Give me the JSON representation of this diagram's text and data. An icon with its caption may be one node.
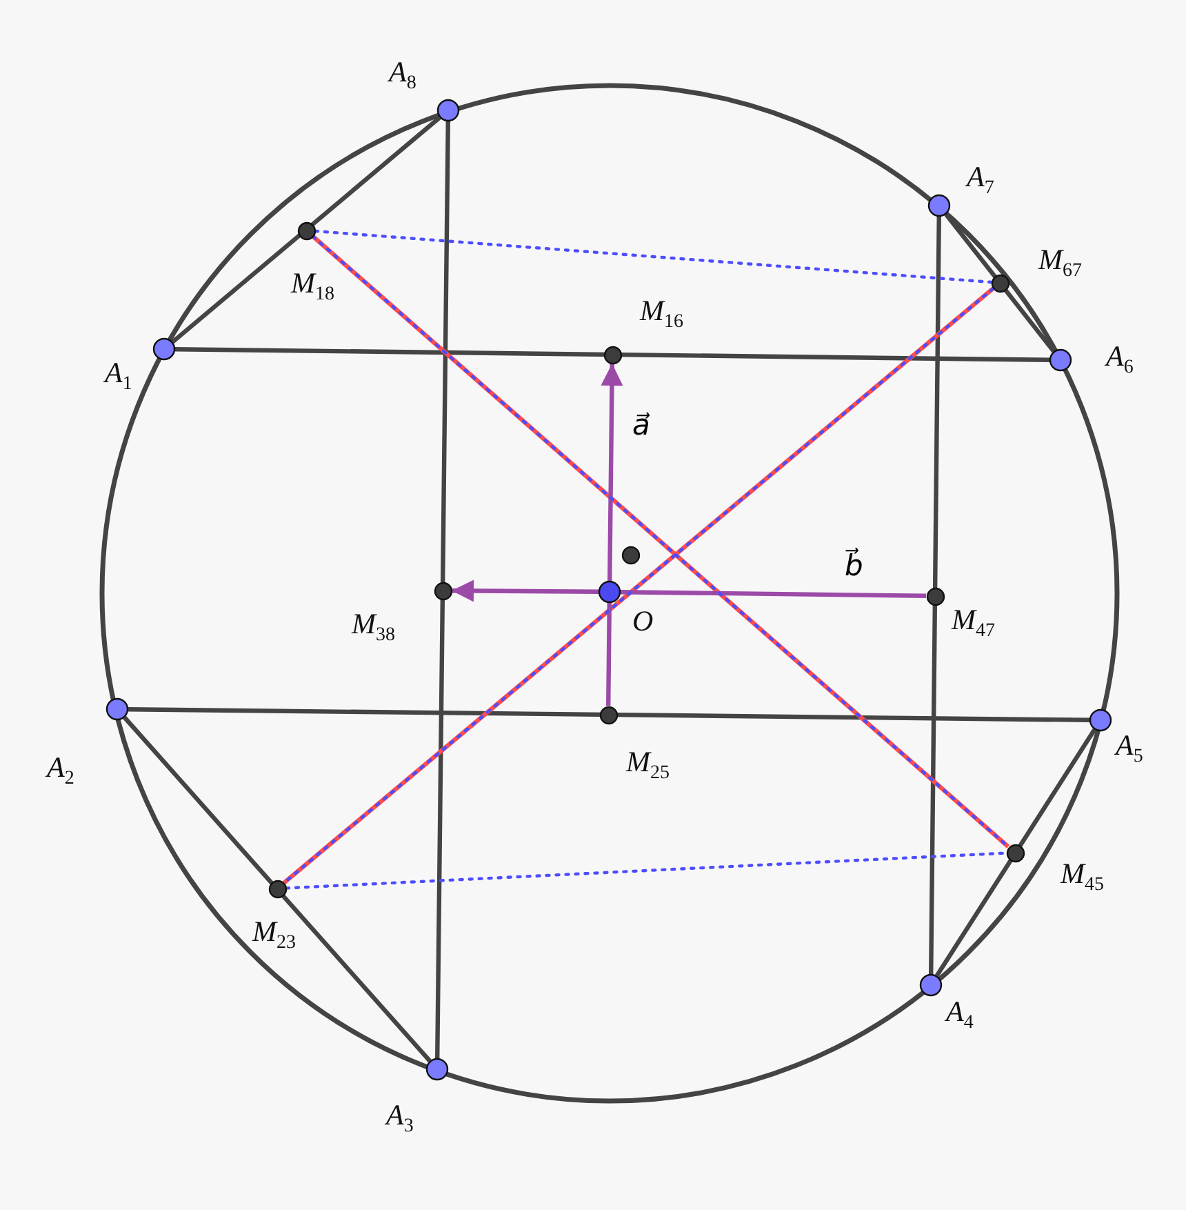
{
  "diagram": {
    "nodes": [
      {
        "text": [
          "A$_{8}$"
        ]
      },
      {
        "text": [
          "A$_{7}$"
        ]
      },
      {
        "text": [
          "M$_{18}$"
        ]
      },
      {
        "text": [
          "M$_{67}$"
        ]
      },
      {
        "text": [
          "M$_{16}$"
        ]
      },
      {
        "text": [
          "A$_{1}$"
        ]
      },
      {
        "text": [
          "A$_{6}$"
        ]
      },
      {
        "text": [],
        "shape": "circle"
      },
      {
        "text": [
          "M$_{38}$"
        ]
      },
      {
        "text": [
          "O"
        ]
      },
      {
        "text": [
          "M$_{47}$"
        ]
      },
      {
        "text": [
          "A$_{2}$"
        ]
      },
      {
        "text": [
          "M$_{25}$"
        ]
      },
      {
        "text": [
          "A$_{5}$"
        ]
      },
      {
        "text": [
          "M$_{45}$"
        ]
      },
      {
        "text": [
          "M$_{23}$"
        ]
      },
      {
        "text": [
          "A$_{4}$"
        ]
      },
      {
        "text": [
          "A$_{3}$"
        ]
      }
    ],
    "edges": [
      {
        "from": 5,
        "to": 0,
        "arrow": "none"
      },
      {
        "from": 6,
        "to": 1,
        "arrow": "none"
      },
      {
        "from": 11,
        "to": 17,
        "arrow": "none"
      },
      {
        "from": 13,
        "to": 16,
        "arrow": "none"
      },
      {
        "from": 5,
        "to": 6,
        "arrow": "none"
      },
      {
        "from": 11,
        "to": 13,
        "arrow": "none"
      },
      {
        "from": 0,
        "to": 17,
        "arrow": "none"
      },
      {
        "from": 1,
        "to": 16,
        "arrow": "none"
      },
      {
        "from": 2,
        "to": 14,
        "arrow": "none",
        "color": "#ff4d4d"
      },
      {
        "from": 3,
        "to": 15,
        "arrow": "none",
        "color": "#ff4d4d"
      },
      {
        "from": 2,
        "to": 3,
        "arrow": "none",
        "style": "dashed",
        "color": "#4d4dff"
      },
      {
        "from": 2,
        "to": 14,
        "arrow": "none",
        "style": "dashed",
        "color": "#4d4dff"
      },
      {
        "from": 3,
        "to": 15,
        "arrow": "none",
        "style": "dashed",
        "color": "#4d4dff"
      },
      {
        "from": 15,
        "to": 14,
        "arrow": "none",
        "style": "dashed",
        "color": "#4d4dff"
      },
      {
        "from": 9,
        "to": 4,
        "arrow": "to",
        "label": "a⃗",
        "color": "#9c4aa8"
      },
      {
        "from": 9,
        "to": 8,
        "arrow": "to",
        "color": "#9c4aa8"
      },
      {
        "from": 9,
        "to": 10,
        "arrow": "none",
        "label": "b⃗",
        "color": "#9c4aa8"
      },
      {
        "from": 9,
        "to": 12,
        "arrow": "none",
        "color": "#9c4aa8"
      }
    ]
  }
}
